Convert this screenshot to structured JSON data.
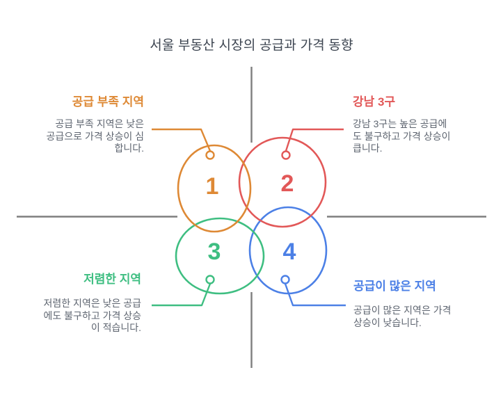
{
  "title": "서울 부동산 시장의 공급과 가격 동향",
  "colors": {
    "orange": "#de8935",
    "red": "#e25858",
    "green": "#3ebe81",
    "blue": "#4c80e6",
    "axis_gray": "#7e7e7e",
    "title_text": "#3c4450",
    "body_text": "#5e6570",
    "background": "#ffffff"
  },
  "quadrants": [
    {
      "number": "1",
      "heading": "공급 부족 지역",
      "lines": [
        "공급 부족 지역은 낮은",
        "공급으로 가격 상승이 심",
        "합니다."
      ],
      "color": "#de8935"
    },
    {
      "number": "2",
      "heading": "강남 3구",
      "lines": [
        "강남 3구는 높은 공급에",
        "도 불구하고 가격 상승이",
        "큽니다."
      ],
      "color": "#e25858"
    },
    {
      "number": "3",
      "heading": "저렴한 지역",
      "lines": [
        "저렴한 지역은 낮은 공급",
        "에도 불구하고 가격 상승",
        "이 적습니다."
      ],
      "color": "#3ebe81"
    },
    {
      "number": "4",
      "heading": "공급이 많은 지역",
      "lines": [
        "공급이 많은 지역은 가격",
        "상승이 낮습니다."
      ],
      "color": "#4c80e6"
    }
  ]
}
